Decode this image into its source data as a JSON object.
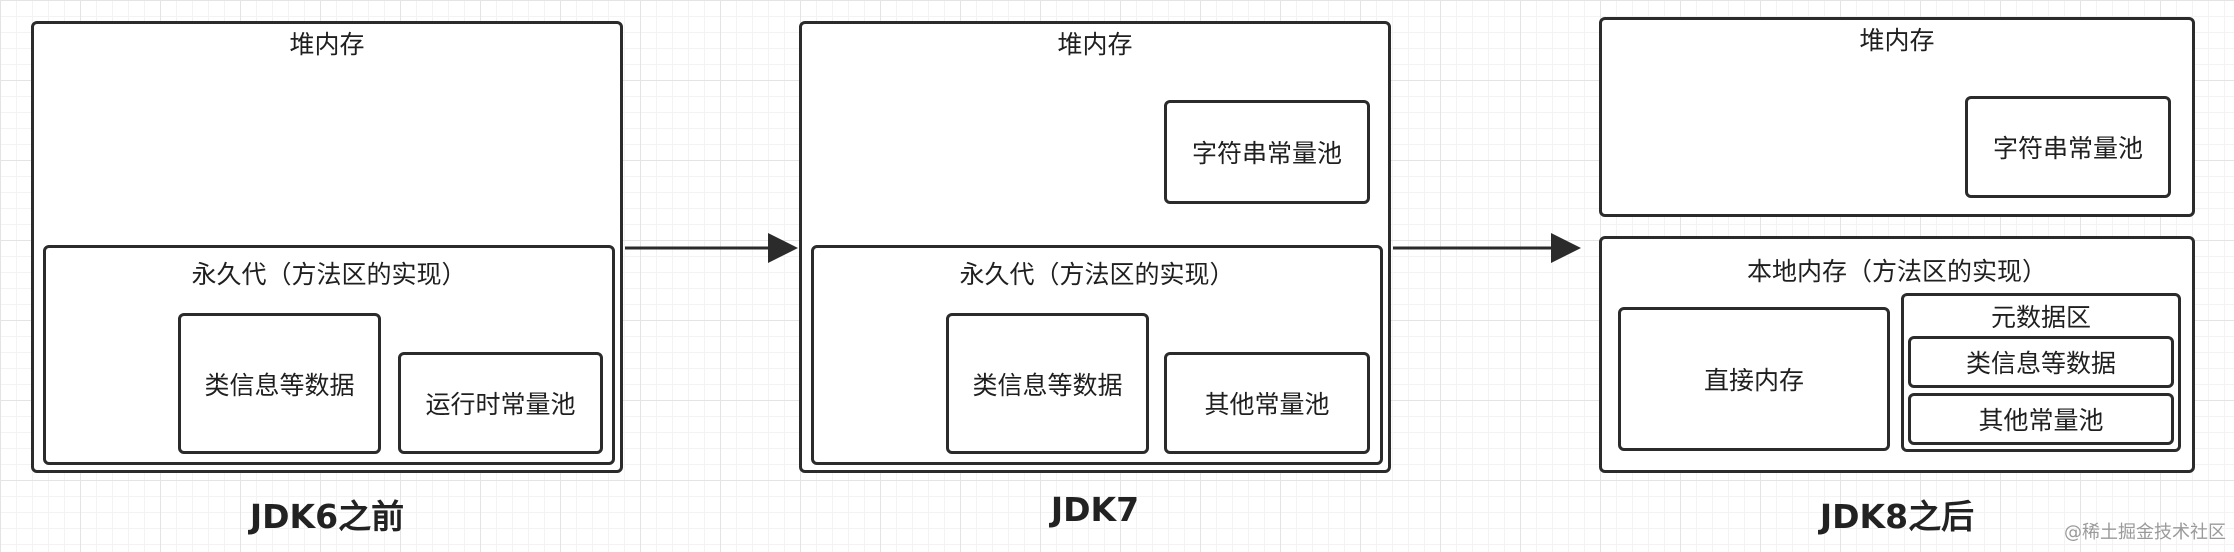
{
  "diagrams": [
    {
      "heap_label": "堆内存",
      "permgen_label": "永久代（方法区的实现）",
      "class_info_label": "类信息等数据",
      "runtime_pool_label": "运行时常量池",
      "caption": "JDK6之前"
    },
    {
      "heap_label": "堆内存",
      "string_pool_label": "字符串常量池",
      "permgen_label": "永久代（方法区的实现）",
      "class_info_label": "类信息等数据",
      "other_pool_label": "其他常量池",
      "caption": "JDK7"
    },
    {
      "heap_label": "堆内存",
      "string_pool_label": "字符串常量池",
      "native_memory_label": "本地内存（方法区的实现）",
      "direct_memory_label": "直接内存",
      "metaspace_label": "元数据区",
      "class_info_label": "类信息等数据",
      "other_pool_label": "其他常量池",
      "caption": "JDK8之后"
    }
  ],
  "watermark": "@稀土掘金技术社区"
}
